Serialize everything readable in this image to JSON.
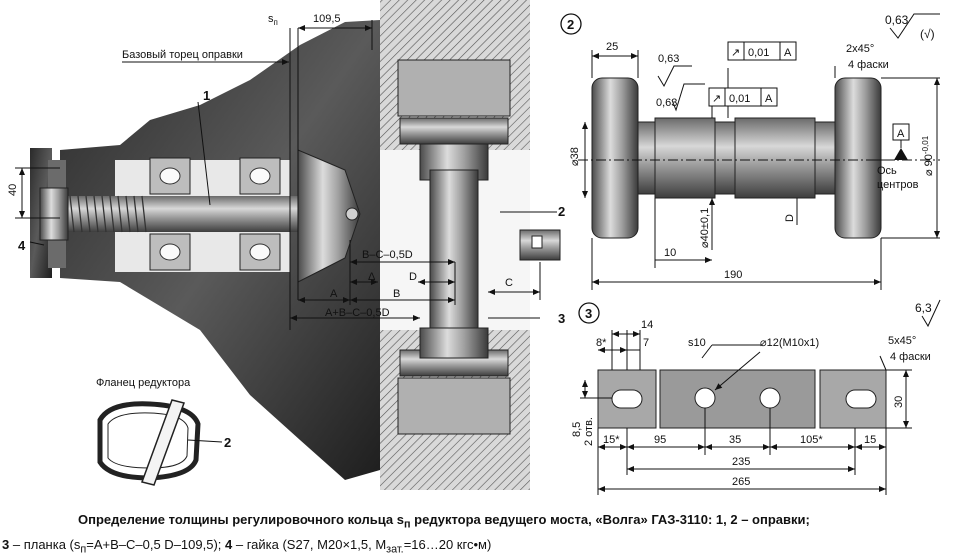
{
  "assembly": {
    "dim_sn": "s",
    "dim_sn_sub": "п",
    "dim_1095": "109,5",
    "base_face": "Базовый торец оправки",
    "dim_40": "40",
    "dim_bc": "B–C–0,5D",
    "dim_delta": "Δ",
    "dim_a": "A",
    "dim_b": "B",
    "dim_d": "D",
    "dim_c": "C",
    "dim_abc": "A+B–C–0,5D",
    "callout_1": "1",
    "callout_2": "2",
    "callout_3": "3",
    "callout_4": "4",
    "flange_title": "Фланец редуктора",
    "flange_callout": "2"
  },
  "mandrel": {
    "view_no": "2",
    "roughness_general": "0,63",
    "roughness_mark": "(√)",
    "dim_25": "25",
    "rough_1": "0,63",
    "runout_1_sym": "↗",
    "runout_1_val": "0,01",
    "runout_1_base": "A",
    "chamfer": "2х45°",
    "chamfer_note": "4 фаски",
    "rough_2": "0,63",
    "runout_2_sym": "↗",
    "runout_2_val": "0,01",
    "runout_2_base": "A",
    "dia_38": "⌀38",
    "datum_a": "A",
    "axis_label_1": "Ось",
    "axis_label_2": "центров",
    "dia_90": "⌀ 90",
    "dia_90_tol": "-0,01",
    "dia_40": "⌀40±0,1",
    "dim_d": "D",
    "dim_10": "10",
    "dim_190": "190"
  },
  "bar": {
    "view_no": "3",
    "roughness": "6,3",
    "dim_14": "14",
    "dim_8": "8*",
    "dim_7": "7",
    "thickness": "s10",
    "hole": "⌀12(M10x1)",
    "chamfer": "5x45°",
    "chamfer_note": "4 фаски",
    "dim_85": "8,5",
    "holes_note": "2 отв.",
    "dim_30": "30",
    "dim_15a": "15*",
    "dim_95": "95",
    "dim_35": "35",
    "dim_105": "105*",
    "dim_15b": "15",
    "dim_235": "235",
    "dim_265": "265"
  },
  "caption": {
    "line1_a": "Определение толщины регулировочного кольца s",
    "line1_sub": "п",
    "line1_b": " редуктора ведущего моста, «Волга» ГАЗ-3110: ",
    "line1_c": "1, 2",
    "line1_d": " – оправки;",
    "line2_a": "3",
    "line2_b": " – планка (s",
    "line2_sub": "п",
    "line2_c": "=A+B–C–0,5 D–109,5); ",
    "line2_d": "4",
    "line2_e": " – гайка (S27, M20×1,5, M",
    "line2_sub2": "зат.",
    "line2_f": "=16…20 кгс•м)"
  }
}
